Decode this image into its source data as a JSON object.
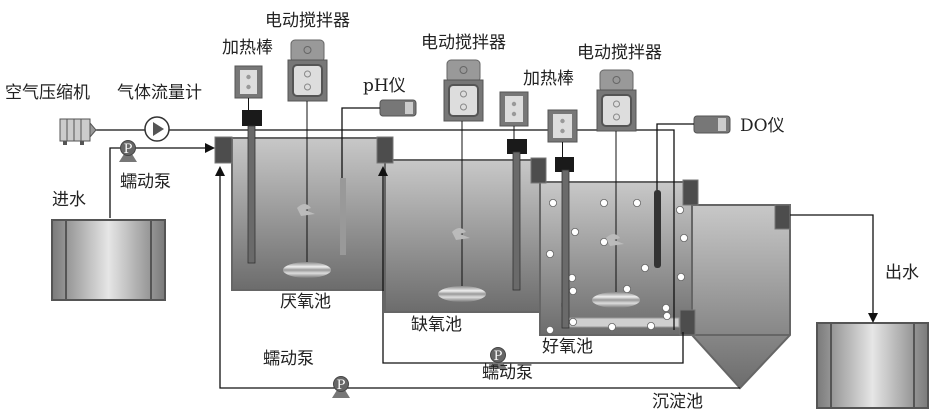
{
  "labels": {
    "air_compressor": "空气压缩机",
    "gas_flowmeter": "气体流量计",
    "heater_1": "加热棒",
    "heater_2": "加热棒",
    "stirrer_1": "电动搅拌器",
    "stirrer_2": "电动搅拌器",
    "stirrer_3": "电动搅拌器",
    "ph_meter": "pH仪",
    "do_meter": "DO仪",
    "influent": "进水",
    "effluent": "出水",
    "pump_inlet": "蠕动泵",
    "pump_sludge": "蠕动泵",
    "pump_nitrate": "蠕动泵",
    "anaerobic_tank": "厌氧池",
    "anoxic_tank": "缺氧池",
    "aerobic_tank": "好氧池",
    "settling_tank": "沉淀池",
    "pump_symbol": "P"
  },
  "colors": {
    "tank_fill": "#a9a9a9",
    "tank_dark": "#4a4a4a",
    "line": "#111111"
  }
}
